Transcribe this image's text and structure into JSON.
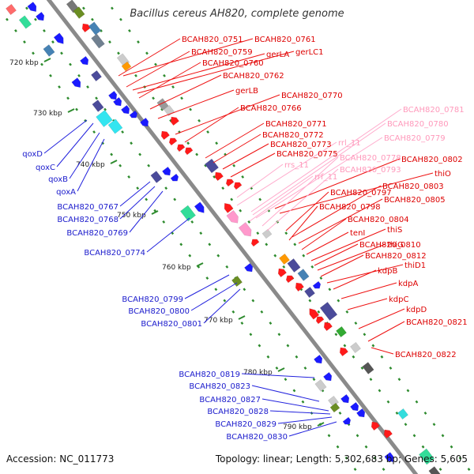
{
  "title": "Bacillus cereus AH820, complete genome",
  "footer": {
    "accession": "Accession: NC_011773",
    "summary": "Topology: linear; Length: 5,302,683 bp; Genes: 5,605"
  },
  "colors": {
    "background": "#ffffff",
    "backbone": "#8a8a8a",
    "tick": "#2e8b2e",
    "forward_gene": "#1a1aff",
    "reverse_gene": "#ff1a1a",
    "rna_gene": "#ff99cc",
    "left_label": "#1a1acc",
    "right_label": "#dd0000",
    "rna_label": "#ff99bb",
    "operon_cyan": "#33e5f0",
    "operon_purple": "#4b4b9a"
  },
  "scale_labels": [
    "720 kbp",
    "730 kbp",
    "740 kbp",
    "750 kbp",
    "760 kbp",
    "770 kbp",
    "780 kbp",
    "790 kbp"
  ],
  "left_labels": [
    "qoxD",
    "qoxC",
    "qoxB",
    "qoxA",
    "BCAH820_0767",
    "BCAH820_0768",
    "BCAH820_0769",
    "BCAH820_0774",
    "BCAH820_0799",
    "BCAH820_0800",
    "BCAH820_0801",
    "BCAH820_0819",
    "BCAH820_0823",
    "BCAH820_0827",
    "BCAH820_0828",
    "BCAH820_0829",
    "BCAH820_0830"
  ],
  "right_labels": [
    "BCAH820_0751",
    "BCAH820_0761",
    "BCAH820_0759",
    "gerLA",
    "gerLC1",
    "BCAH820_0760",
    "BCAH820_0762",
    "gerLB",
    "BCAH820_0770",
    "BCAH820_0766",
    "BCAH820_0771",
    "BCAH820_0772",
    "BCAH820_0773",
    "BCAH820_0775",
    "BCAH820_0802",
    "thiO",
    "BCAH820_0797",
    "BCAH820_0803",
    "BCAH820_0798",
    "BCAH820_0805",
    "BCAH820_0804",
    "tenI",
    "thiS",
    "BCAH820_0810",
    "thiG",
    "BCAH820_0812",
    "thiD1",
    "kdpB",
    "kdpA",
    "kdpC",
    "kdpD",
    "BCAH820_0821",
    "BCAH820_0822"
  ],
  "rna_labels": [
    "BCAH820_0781",
    "BCAH820_0780",
    "BCAH820_0779",
    "rrl_11",
    "rrs_11",
    "rrf_11",
    "BCAH820_0778",
    "BCAH820_0793"
  ]
}
